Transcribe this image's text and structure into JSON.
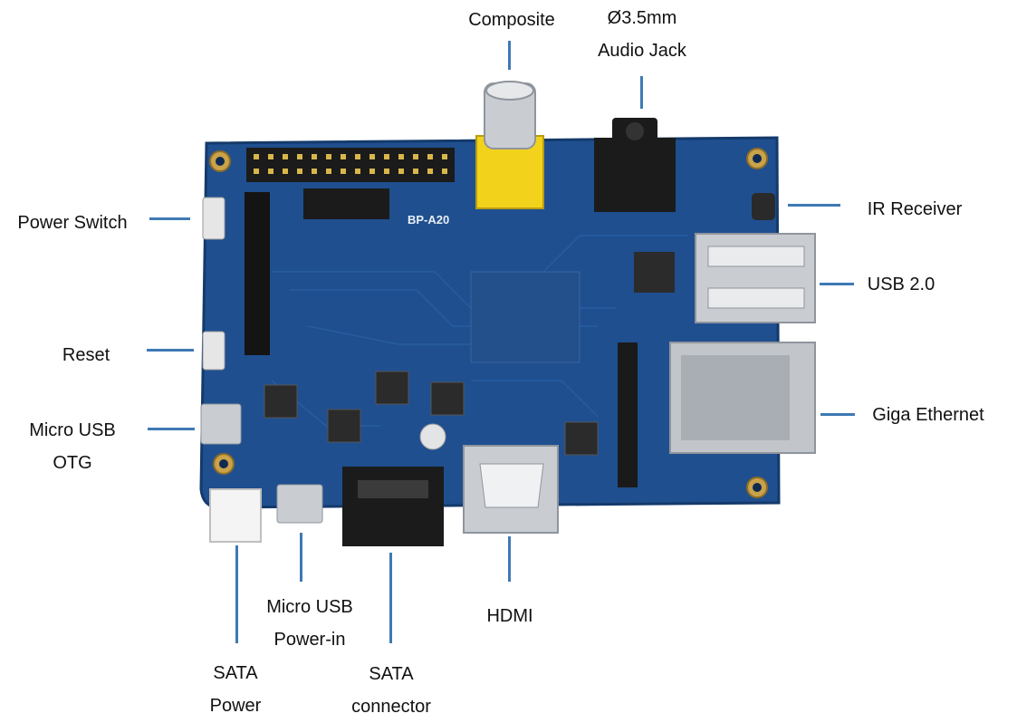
{
  "diagram": {
    "board_silkscreen": "BP-A20",
    "colors": {
      "pcb": "#1f4f8f",
      "pcb_dark": "#163d70",
      "leader_line": "#3f79b5",
      "connector_yellow": "#f2d21a",
      "metal": "#c9cdd2",
      "black_part": "#1b1b1b"
    }
  },
  "callouts": {
    "composite": [
      "Composite"
    ],
    "audio_jack": [
      "Ø3.5mm",
      "Audio Jack"
    ],
    "power_switch": [
      "Power Switch"
    ],
    "ir_receiver": [
      "IR Receiver"
    ],
    "usb2": [
      "USB 2.0"
    ],
    "reset": [
      "Reset"
    ],
    "micro_usb_otg": [
      "Micro USB",
      "OTG"
    ],
    "giga_ethernet": [
      "Giga Ethernet"
    ],
    "micro_usb_power": [
      "Micro USB",
      "Power-in"
    ],
    "hdmi": [
      "HDMI"
    ],
    "sata_power": [
      "SATA",
      "Power"
    ],
    "sata_connector": [
      "SATA",
      "connector"
    ]
  }
}
